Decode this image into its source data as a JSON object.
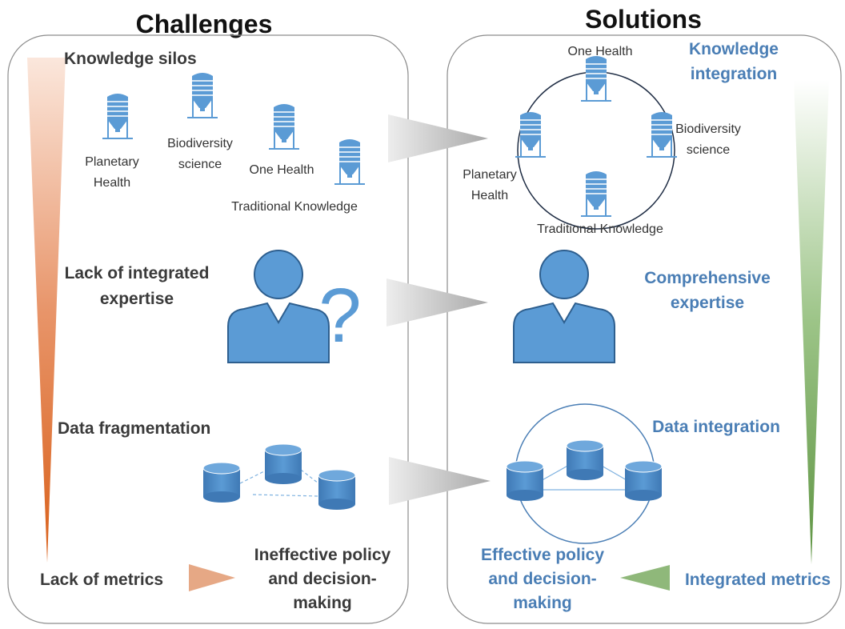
{
  "headings": {
    "challenges": "Challenges",
    "solutions": "Solutions"
  },
  "challenges": {
    "knowledge_silos": "Knowledge silos",
    "silo_labels": {
      "planetary_line1": "Planetary",
      "planetary_line2": "Health",
      "biodiversity_line1": "Biodiversity",
      "biodiversity_line2": "science",
      "one_health": "One Health",
      "traditional": "Traditional Knowledge"
    },
    "expertise_line1": "Lack of integrated",
    "expertise_line2": "expertise",
    "question_mark": "?",
    "data_fragmentation": "Data fragmentation",
    "lack_of_metrics": "Lack of metrics",
    "ineffective_line1": "Ineffective policy",
    "ineffective_line2": "and decision-",
    "ineffective_line3": "making"
  },
  "solutions": {
    "knowledge_integration_line1": "Knowledge",
    "knowledge_integration_line2": "integration",
    "ring_labels": {
      "one_health": "One Health",
      "biodiversity_line1": "Biodiversity",
      "biodiversity_line2": "science",
      "planetary_line1": "Planetary",
      "planetary_line2": "Health",
      "traditional": "Traditional Knowledge"
    },
    "comprehensive_line1": "Comprehensive",
    "comprehensive_line2": "expertise",
    "data_integration": "Data integration",
    "effective_line1": "Effective policy",
    "effective_line2": "and decision-",
    "effective_line3": "making",
    "integrated_metrics": "Integrated metrics"
  },
  "colors": {
    "challenge_gradient": "#d9601a",
    "solution_gradient": "#5e9442",
    "icon_blue": "#5b9bd5",
    "label_blue": "#4a7eb5"
  }
}
